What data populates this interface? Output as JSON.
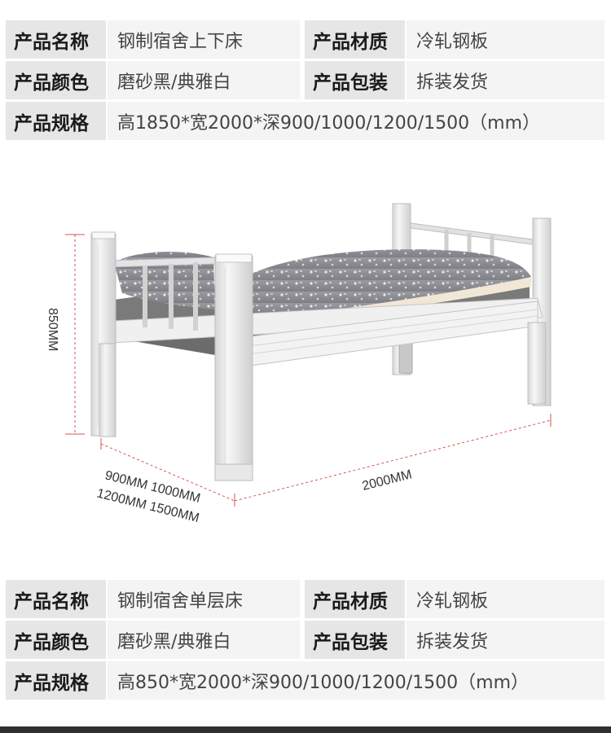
{
  "top_table": {
    "name_label": "产品名称",
    "name_value": "钢制宿舍上下床",
    "material_label": "产品材质",
    "material_value": "冷轧钢板",
    "color_label": "产品颜色",
    "color_value": "磨砂黑/典雅白",
    "package_label": "产品包装",
    "package_value": "拆装发货",
    "spec_label": "产品规格",
    "spec_value": "高1850*宽2000*深900/1000/1200/1500（mm）"
  },
  "diagram": {
    "height_label": "850MM",
    "length_label": "2000MM",
    "depth_line1": "900MM  1000MM",
    "depth_line2": "1200MM 1500MM",
    "dim_line_color": "#d9534f",
    "frame_color": "#eeeeee",
    "mattress_color": "#7a7a7a",
    "bedding_color": "#8a8a8f"
  },
  "bottom_table": {
    "name_label": "产品名称",
    "name_value": "钢制宿舍单层床",
    "material_label": "产品材质",
    "material_value": "冷轧钢板",
    "color_label": "产品颜色",
    "color_value": "磨砂黑/典雅白",
    "package_label": "产品包装",
    "package_value": "拆装发货",
    "spec_label": "产品规格",
    "spec_value": "高850*宽2000*深900/1000/1200/1500（mm）"
  }
}
